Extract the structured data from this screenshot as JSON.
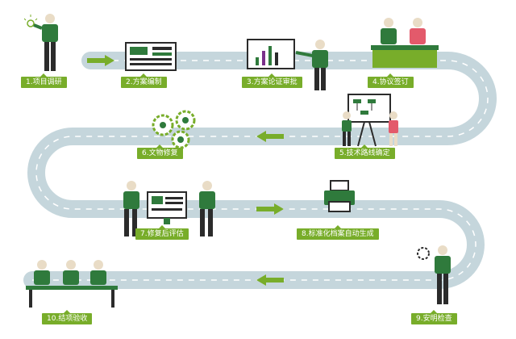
{
  "steps": [
    {
      "label": "1.项目调研"
    },
    {
      "label": "2.方案编制"
    },
    {
      "label": "3.方案论证审批"
    },
    {
      "label": "4.协议签订"
    },
    {
      "label": "5.技术路线确定"
    },
    {
      "label": "6.文物修复"
    },
    {
      "label": "7.修复后评估"
    },
    {
      "label": "8.标准化档案自动生成"
    },
    {
      "label": "9.安明检查"
    },
    {
      "label": "10.结项验收"
    }
  ],
  "colors": {
    "road": "#c5d6dc",
    "accent": "#78ad2a",
    "dark": "#2b2b2b",
    "skin": "#e9dcc6"
  },
  "icons": [
    "lightbulb-icon",
    "document-icon",
    "chart-board-icon",
    "handshake-icon",
    "flowchart-board-icon",
    "gears-icon",
    "monitor-icon",
    "printer-icon",
    "gear-icon"
  ]
}
